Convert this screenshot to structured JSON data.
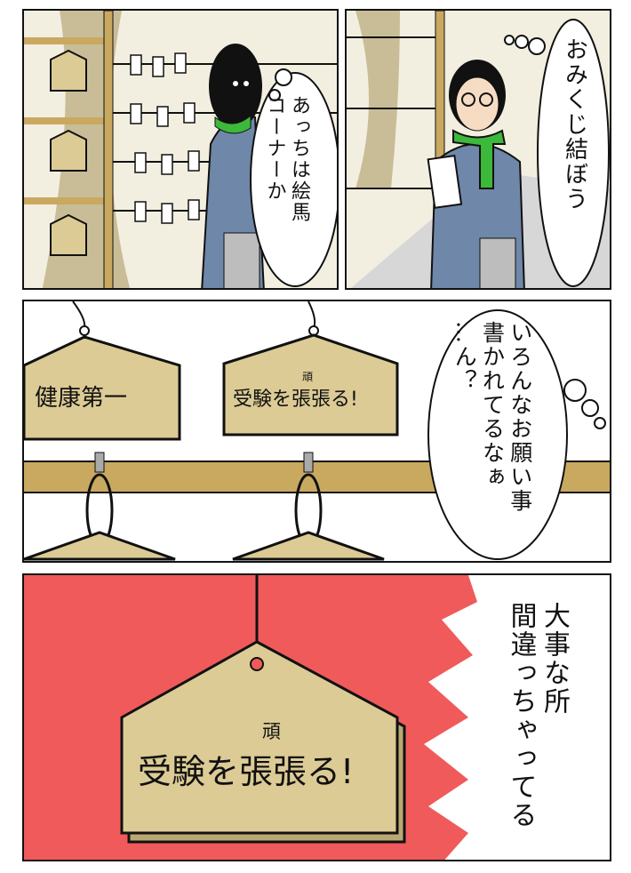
{
  "panels": [
    {
      "id": "panel-1",
      "speech": [
        "あっちは絵馬",
        "コーナーか"
      ]
    },
    {
      "id": "panel-2",
      "speech": [
        "おみくじ結ぼう"
      ]
    },
    {
      "id": "panel-3",
      "ema_left": "健康第一",
      "ema_right": {
        "text": "受験を張張る!",
        "correction": "頑"
      },
      "thought": [
        "いろんなお願い事",
        "書かれてるなぁ",
        "…ん？"
      ]
    },
    {
      "id": "panel-4",
      "ema": {
        "text": "受験を張張る!",
        "correction": "頑"
      },
      "caption": [
        "大事な所",
        "間違っちゃってる"
      ]
    }
  ],
  "colors": {
    "ema": "#dccb95",
    "wood": "#c9a860",
    "scarf": "#3cb83a",
    "sweater": "#6f87a8",
    "alert_bg": "#f05a5a"
  }
}
